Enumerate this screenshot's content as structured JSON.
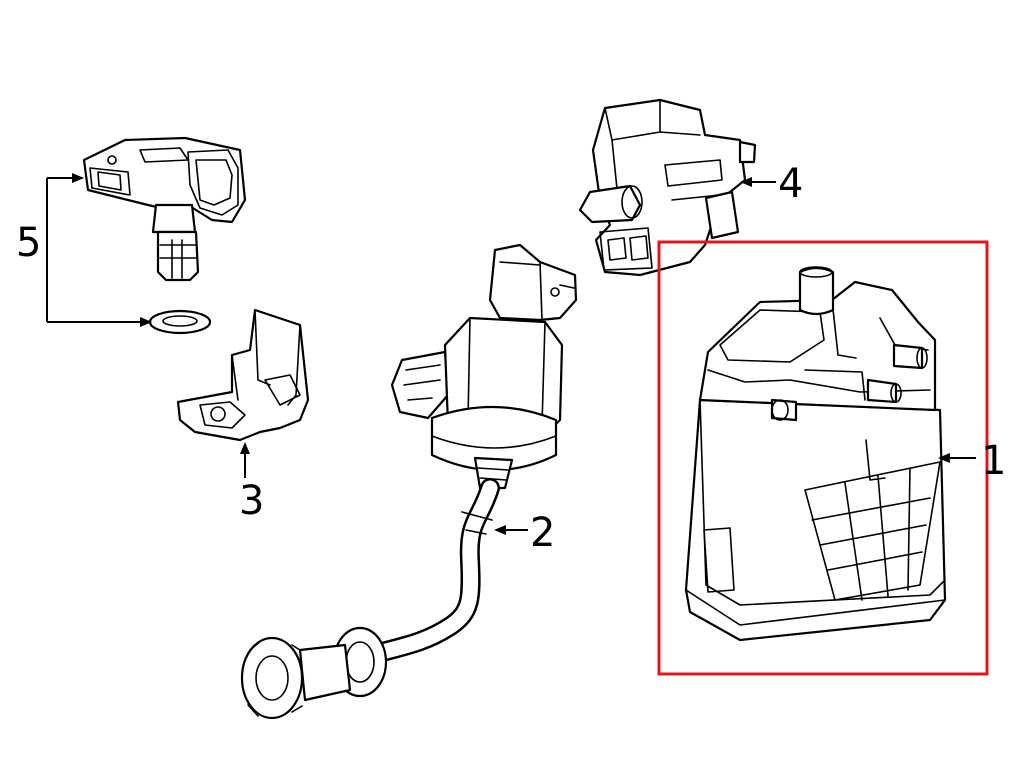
{
  "callouts": [
    {
      "id": "1",
      "label": "1"
    },
    {
      "id": "2",
      "label": "2"
    },
    {
      "id": "3",
      "label": "3"
    },
    {
      "id": "4",
      "label": "4"
    },
    {
      "id": "5",
      "label": "5"
    }
  ],
  "highlight": {
    "target_callout": "1",
    "color": "#e0161c"
  },
  "colors": {
    "line": "#000000",
    "background": "#ffffff"
  }
}
